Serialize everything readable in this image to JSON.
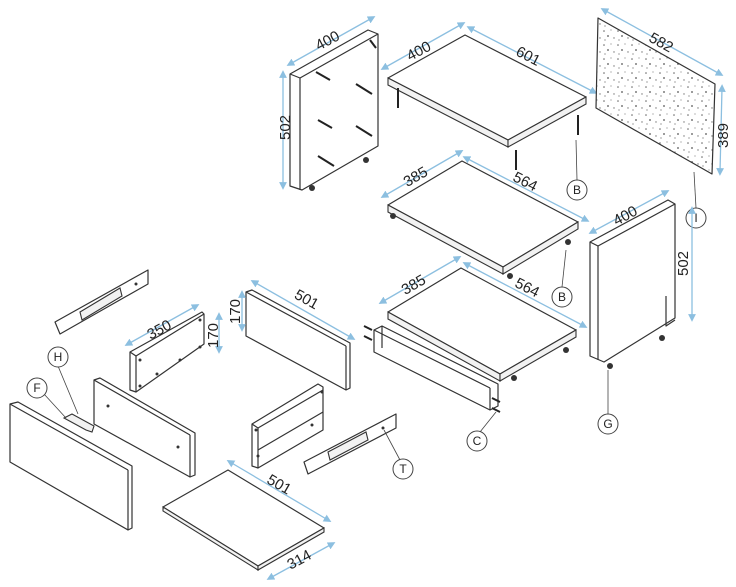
{
  "diagram": {
    "colors": {
      "dimension_line": "#8cbfe0",
      "outline": "#333333"
    },
    "dimensions": {
      "left_side_width": "400",
      "left_side_height": "502",
      "top_depth": "400",
      "top_width": "601",
      "back_width": "582",
      "back_height": "389",
      "shelf1_depth": "385",
      "shelf1_width": "564",
      "right_side_width": "400",
      "right_side_height": "502",
      "shelf2_depth": "385",
      "shelf2_width": "564",
      "drawer_side_length": "350",
      "drawer_side_height": "170",
      "drawer_back_height": "170",
      "drawer_back_length": "501",
      "drawer_bottom_length": "501",
      "drawer_bottom_depth": "314"
    },
    "callouts": {
      "b1": "B",
      "b2": "B",
      "i": "I",
      "h": "H",
      "f": "F",
      "c": "C",
      "g": "G",
      "t": "T"
    }
  }
}
